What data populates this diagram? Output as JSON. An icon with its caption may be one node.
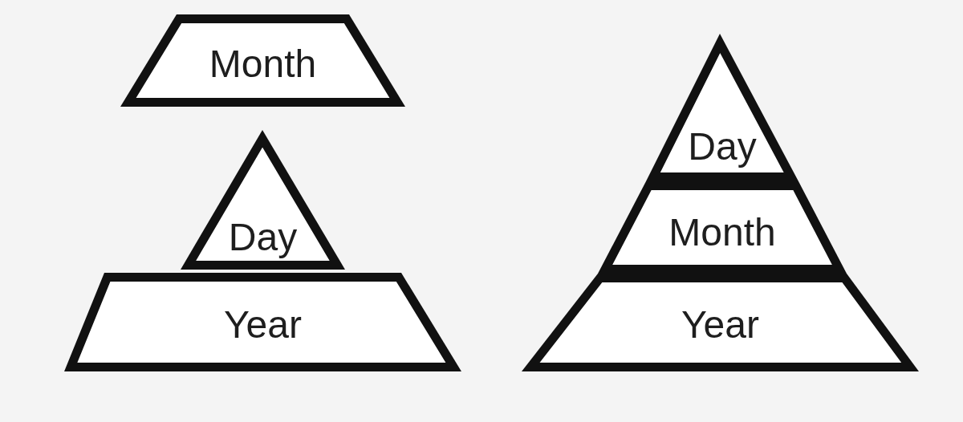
{
  "diagram": {
    "nodes": [
      {
        "text": [
          "Month"
        ]
      },
      {
        "text": [
          "Day"
        ]
      },
      {
        "text": [
          "Year"
        ]
      },
      {
        "text": [
          "Day"
        ]
      },
      {
        "text": [
          "Month"
        ]
      },
      {
        "text": [
          "Year"
        ]
      }
    ]
  }
}
